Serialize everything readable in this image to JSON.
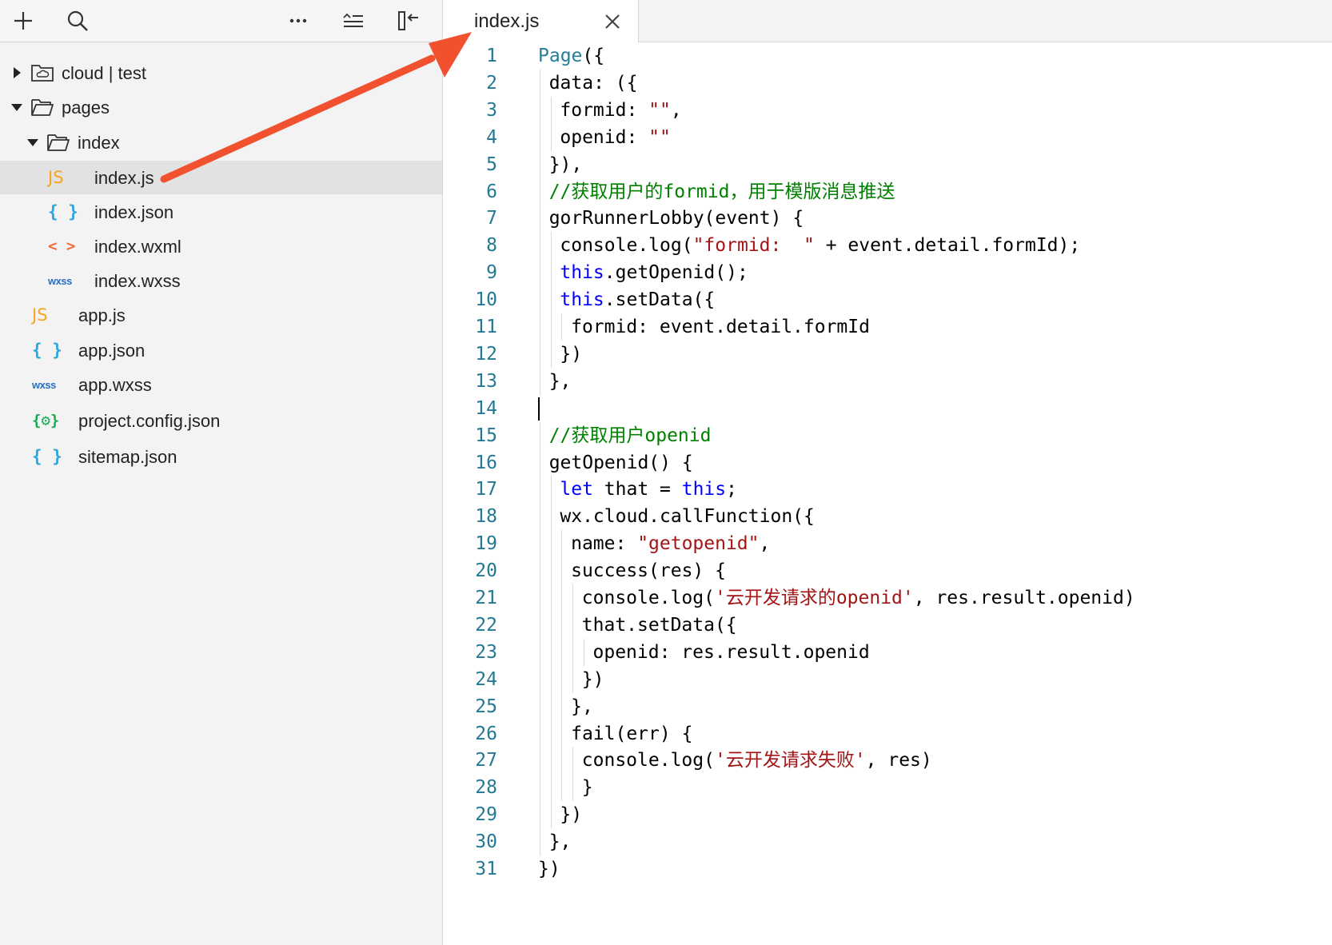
{
  "sidebar": {
    "toolbar": {
      "add_icon": "plus-icon",
      "search_icon": "search-icon",
      "more_icon": "more-icon",
      "collapse_icon": "collapse-icon",
      "layout_icon": "panel-toggle-icon"
    },
    "tree": [
      {
        "label": "cloud | test",
        "icon": "cloud-folder-icon",
        "expanded": false,
        "depth": 0,
        "type": "folder"
      },
      {
        "label": "pages",
        "icon": "folder-open-icon",
        "expanded": true,
        "depth": 0,
        "type": "folder"
      },
      {
        "label": "index",
        "icon": "folder-open-icon",
        "expanded": true,
        "depth": 1,
        "type": "folder"
      },
      {
        "label": "index.js",
        "icon": "js-file-icon",
        "icon_text": "JS",
        "depth": 2,
        "type": "file",
        "selected": true
      },
      {
        "label": "index.json",
        "icon": "json-file-icon",
        "icon_text": "{ }",
        "depth": 2,
        "type": "file"
      },
      {
        "label": "index.wxml",
        "icon": "wxml-file-icon",
        "icon_text": "< >",
        "depth": 2,
        "type": "file"
      },
      {
        "label": "index.wxss",
        "icon": "wxss-file-icon",
        "icon_text": "wxss",
        "depth": 2,
        "type": "file"
      },
      {
        "label": "app.js",
        "icon": "js-file-icon",
        "icon_text": "JS",
        "depth": 1,
        "type": "file"
      },
      {
        "label": "app.json",
        "icon": "json-file-icon",
        "icon_text": "{ }",
        "depth": 1,
        "type": "file"
      },
      {
        "label": "app.wxss",
        "icon": "wxss-file-icon",
        "icon_text": "wxss",
        "depth": 1,
        "type": "file"
      },
      {
        "label": "project.config.json",
        "icon": "config-file-icon",
        "icon_text": "{⚙}",
        "depth": 1,
        "type": "file"
      },
      {
        "label": "sitemap.json",
        "icon": "json-file-icon",
        "icon_text": "{ }",
        "depth": 1,
        "type": "file"
      }
    ]
  },
  "editor": {
    "tab": {
      "label": "index.js",
      "close_icon": "close-icon"
    },
    "cursor_line": 14,
    "lines": [
      {
        "n": "1",
        "indent": 0,
        "tokens": [
          [
            "fn",
            "Page"
          ],
          [
            "plain",
            "({"
          ]
        ]
      },
      {
        "n": "2",
        "indent": 1,
        "tokens": [
          [
            "plain",
            "data: ({"
          ]
        ]
      },
      {
        "n": "3",
        "indent": 2,
        "tokens": [
          [
            "plain",
            "formid: "
          ],
          [
            "str",
            "\"\""
          ],
          [
            "plain",
            ","
          ]
        ]
      },
      {
        "n": "4",
        "indent": 2,
        "tokens": [
          [
            "plain",
            "openid: "
          ],
          [
            "str",
            "\"\""
          ]
        ]
      },
      {
        "n": "5",
        "indent": 1,
        "tokens": [
          [
            "plain",
            "}),"
          ]
        ]
      },
      {
        "n": "6",
        "indent": 1,
        "tokens": [
          [
            "cmt",
            "//获取用户的formid，用于模版消息推送"
          ]
        ]
      },
      {
        "n": "7",
        "indent": 1,
        "tokens": [
          [
            "plain",
            "gorRunnerLobby(event) {"
          ]
        ]
      },
      {
        "n": "8",
        "indent": 2,
        "tokens": [
          [
            "plain",
            "console.log("
          ],
          [
            "str",
            "\"formid:  \""
          ],
          [
            "plain",
            " + event.detail.formId);"
          ]
        ]
      },
      {
        "n": "9",
        "indent": 2,
        "tokens": [
          [
            "kw",
            "this"
          ],
          [
            "plain",
            ".getOpenid();"
          ]
        ]
      },
      {
        "n": "10",
        "indent": 2,
        "tokens": [
          [
            "kw",
            "this"
          ],
          [
            "plain",
            ".setData({"
          ]
        ]
      },
      {
        "n": "11",
        "indent": 3,
        "tokens": [
          [
            "plain",
            "formid: event.detail.formId"
          ]
        ]
      },
      {
        "n": "12",
        "indent": 2,
        "tokens": [
          [
            "plain",
            "})"
          ]
        ]
      },
      {
        "n": "13",
        "indent": 1,
        "tokens": [
          [
            "plain",
            "},"
          ]
        ]
      },
      {
        "n": "14",
        "indent": 0,
        "tokens": []
      },
      {
        "n": "15",
        "indent": 1,
        "tokens": [
          [
            "cmt",
            "//获取用户openid"
          ]
        ]
      },
      {
        "n": "16",
        "indent": 1,
        "tokens": [
          [
            "plain",
            "getOpenid() {"
          ]
        ]
      },
      {
        "n": "17",
        "indent": 2,
        "tokens": [
          [
            "kw",
            "let"
          ],
          [
            "plain",
            " that = "
          ],
          [
            "kw",
            "this"
          ],
          [
            "plain",
            ";"
          ]
        ]
      },
      {
        "n": "18",
        "indent": 2,
        "tokens": [
          [
            "plain",
            "wx.cloud.callFunction({"
          ]
        ]
      },
      {
        "n": "19",
        "indent": 3,
        "tokens": [
          [
            "plain",
            "name: "
          ],
          [
            "str",
            "\"getopenid\""
          ],
          [
            "plain",
            ","
          ]
        ]
      },
      {
        "n": "20",
        "indent": 3,
        "tokens": [
          [
            "plain",
            "success(res) {"
          ]
        ]
      },
      {
        "n": "21",
        "indent": 4,
        "tokens": [
          [
            "plain",
            "console.log("
          ],
          [
            "str",
            "'云开发请求的openid'"
          ],
          [
            "plain",
            ", res.result.openid)"
          ]
        ]
      },
      {
        "n": "22",
        "indent": 4,
        "tokens": [
          [
            "plain",
            "that.setData({"
          ]
        ]
      },
      {
        "n": "23",
        "indent": 5,
        "tokens": [
          [
            "plain",
            "openid: res.result.openid"
          ]
        ]
      },
      {
        "n": "24",
        "indent": 4,
        "tokens": [
          [
            "plain",
            "})"
          ]
        ]
      },
      {
        "n": "25",
        "indent": 3,
        "tokens": [
          [
            "plain",
            "},"
          ]
        ]
      },
      {
        "n": "26",
        "indent": 3,
        "tokens": [
          [
            "plain",
            "fail(err) {"
          ]
        ]
      },
      {
        "n": "27",
        "indent": 4,
        "tokens": [
          [
            "plain",
            "console.log("
          ],
          [
            "str",
            "'云开发请求失败'"
          ],
          [
            "plain",
            ", res)"
          ]
        ]
      },
      {
        "n": "28",
        "indent": 4,
        "tokens": [
          [
            "plain",
            "}"
          ]
        ]
      },
      {
        "n": "29",
        "indent": 2,
        "tokens": [
          [
            "plain",
            "})"
          ]
        ]
      },
      {
        "n": "30",
        "indent": 1,
        "tokens": [
          [
            "plain",
            "},"
          ]
        ]
      },
      {
        "n": "31",
        "indent": 0,
        "tokens": [
          [
            "plain",
            "})"
          ]
        ]
      }
    ]
  },
  "colors": {
    "line_number": "#237893",
    "keyword": "#0000ff",
    "string": "#a31515",
    "comment": "#008000",
    "function": "#267f99",
    "annotation_arrow": "#f1512f"
  }
}
